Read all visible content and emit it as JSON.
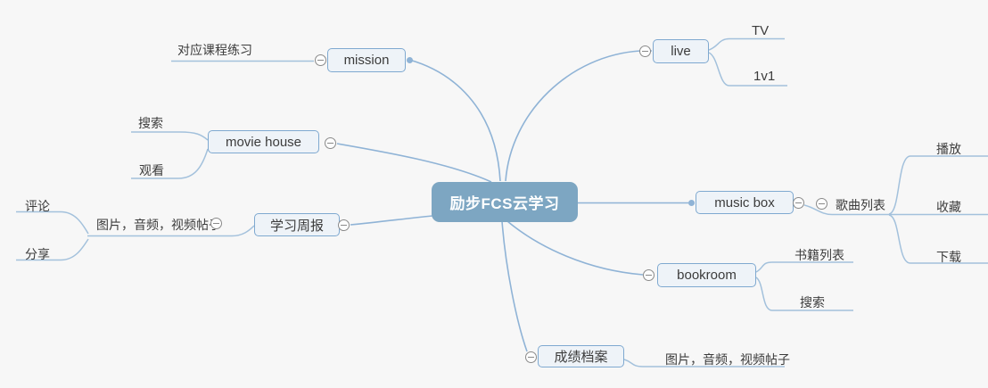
{
  "colors": {
    "background": "#f7f7f7",
    "root_fill": "#7da6c2",
    "root_text": "#ffffff",
    "node_fill": "#eef3f8",
    "node_border": "#7fa9d0",
    "edge": "#8fb3d6",
    "twig": "#a3c1dc",
    "text": "#3c3c3c"
  },
  "icons": {
    "expander": "minus-in-circle",
    "connector": "dot"
  },
  "mindmap": {
    "root": {
      "label": "励步FCS云学习"
    },
    "left": [
      {
        "label": "mission",
        "children": [
          {
            "label": "对应课程练习"
          }
        ]
      },
      {
        "label": "movie house",
        "children": [
          {
            "label": "搜索"
          },
          {
            "label": "观看"
          }
        ]
      },
      {
        "label": "学习周报",
        "children": [
          {
            "label": "图片，音频，视频帖子",
            "children": [
              {
                "label": "评论"
              },
              {
                "label": "分享"
              }
            ]
          }
        ]
      }
    ],
    "right": [
      {
        "label": "live",
        "children": [
          {
            "label": "TV"
          },
          {
            "label": "1v1"
          }
        ]
      },
      {
        "label": "music box",
        "children": [
          {
            "label": "歌曲列表",
            "children": [
              {
                "label": "播放"
              },
              {
                "label": "收藏"
              },
              {
                "label": "下载"
              }
            ]
          }
        ]
      },
      {
        "label": "bookroom",
        "children": [
          {
            "label": "书籍列表"
          },
          {
            "label": "搜索"
          }
        ]
      },
      {
        "label": "成绩档案",
        "children": [
          {
            "label": "图片，音频，视频帖子"
          }
        ]
      }
    ]
  }
}
